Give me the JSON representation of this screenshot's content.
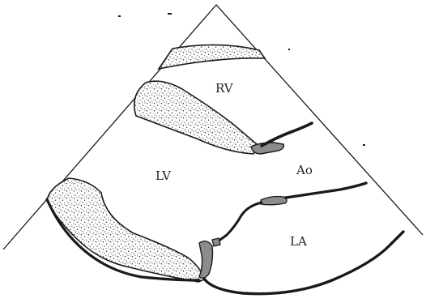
{
  "diagram": {
    "labels": {
      "rv": "RV",
      "lv": "LV",
      "ao": "Ao",
      "la": "LA"
    },
    "colors": {
      "ink": "#1a1a1a",
      "stipple": "#2a2a2a",
      "valve_fill": "#8c8c8c",
      "background": "#ffffff"
    }
  }
}
